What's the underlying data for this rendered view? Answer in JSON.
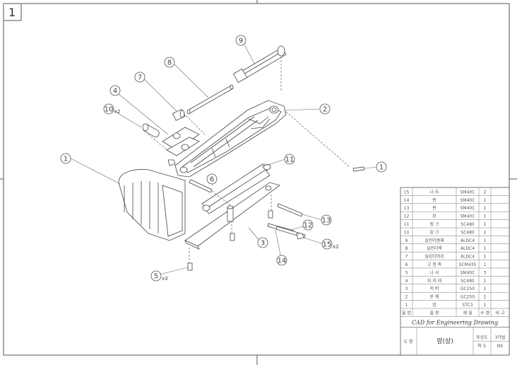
{
  "sheet_number": "1",
  "balloons": [
    {
      "n": "1",
      "mult": ""
    },
    {
      "n": "1",
      "mult": ""
    },
    {
      "n": "2",
      "mult": ""
    },
    {
      "n": "3",
      "mult": ""
    },
    {
      "n": "4",
      "mult": ""
    },
    {
      "n": "5",
      "mult": "x3"
    },
    {
      "n": "6",
      "mult": ""
    },
    {
      "n": "7",
      "mult": ""
    },
    {
      "n": "8",
      "mult": ""
    },
    {
      "n": "9",
      "mult": ""
    },
    {
      "n": "10",
      "mult": "x2"
    },
    {
      "n": "11",
      "mult": ""
    },
    {
      "n": "12",
      "mult": ""
    },
    {
      "n": "13",
      "mult": ""
    },
    {
      "n": "14",
      "mult": ""
    },
    {
      "n": "15",
      "mult": "x2"
    }
  ],
  "parts_list": {
    "rows": [
      [
        "15",
        "너 트",
        "SM40C",
        "2",
        ""
      ],
      [
        "14",
        "핀",
        "SM40C",
        "1",
        ""
      ],
      [
        "13",
        "핀",
        "SM40C",
        "1",
        ""
      ],
      [
        "12",
        "핀",
        "SM40C",
        "1",
        ""
      ],
      [
        "11",
        "링 크",
        "SC480",
        "1",
        ""
      ],
      [
        "10",
        "링 크",
        "SC480",
        "2",
        ""
      ],
      [
        "9",
        "실린더몸체",
        "ALDC4",
        "1",
        ""
      ],
      [
        "8",
        "실린더축",
        "ALDC4",
        "1",
        ""
      ],
      [
        "7",
        "실린더머리",
        "ALDC4",
        "1",
        ""
      ],
      [
        "6",
        "고 정 축",
        "SCM435",
        "1",
        ""
      ],
      [
        "5",
        "나 사",
        "SM40C",
        "3",
        ""
      ],
      [
        "4",
        "지 지 대",
        "SC480",
        "1",
        ""
      ],
      [
        "3",
        "커 버",
        "GC250",
        "1",
        ""
      ],
      [
        "2",
        "본 체",
        "GC250",
        "1",
        ""
      ],
      [
        "1",
        "암",
        "STC3",
        "1",
        ""
      ]
    ],
    "header": [
      "품 번",
      "품 명",
      "재 질",
      "수 량",
      "비 고"
    ],
    "subtitle": "CAD for Engineering Drawing",
    "drawing_label": "도 명",
    "drawing_name": "암(상)",
    "projection_label": "투상도",
    "scale_label": "척 도",
    "scale_value": "NS",
    "projection_value": "3각법"
  }
}
